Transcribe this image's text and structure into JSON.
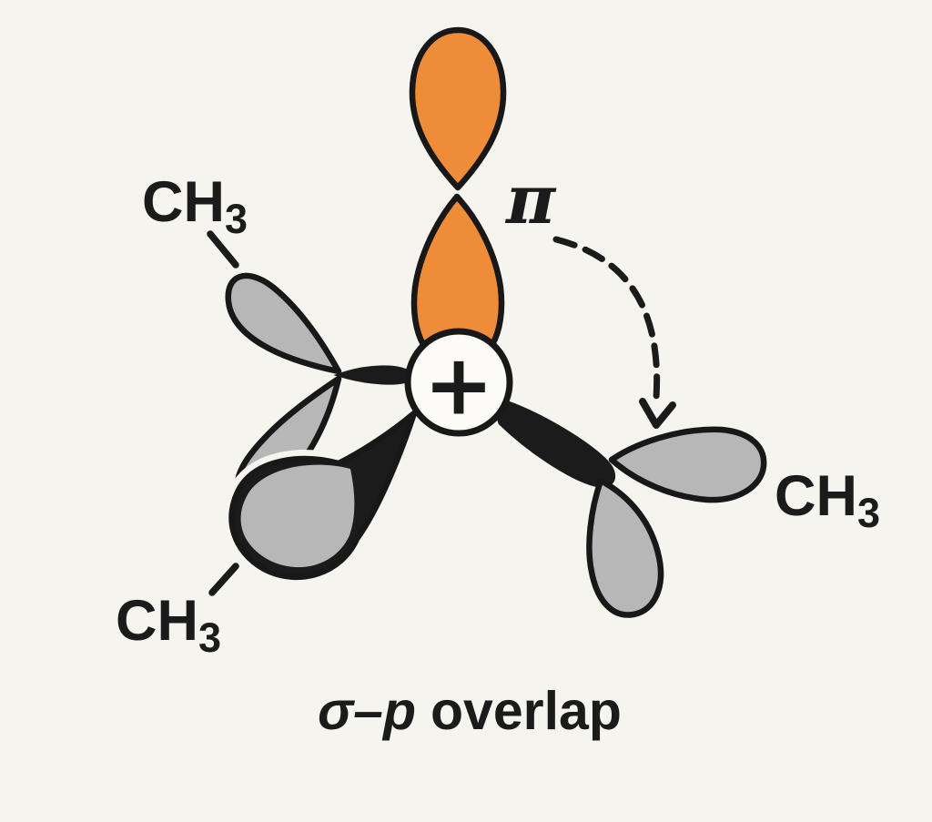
{
  "colors": {
    "background": "#f6f4ef",
    "orbital_orange": "#ef8c38",
    "orbital_gray": "#b7b7b7",
    "ink_black": "#1b1b1b",
    "center_circle_fill": "#fcfbf8"
  },
  "labels": {
    "pi": "π",
    "plus": "+",
    "methyls": [
      {
        "main": "CH",
        "sub": "3"
      },
      {
        "main": "CH",
        "sub": "3"
      },
      {
        "main": "CH",
        "sub": "3"
      }
    ],
    "caption": {
      "italic_part": "σ–p",
      "regular_part": "overlap"
    }
  }
}
